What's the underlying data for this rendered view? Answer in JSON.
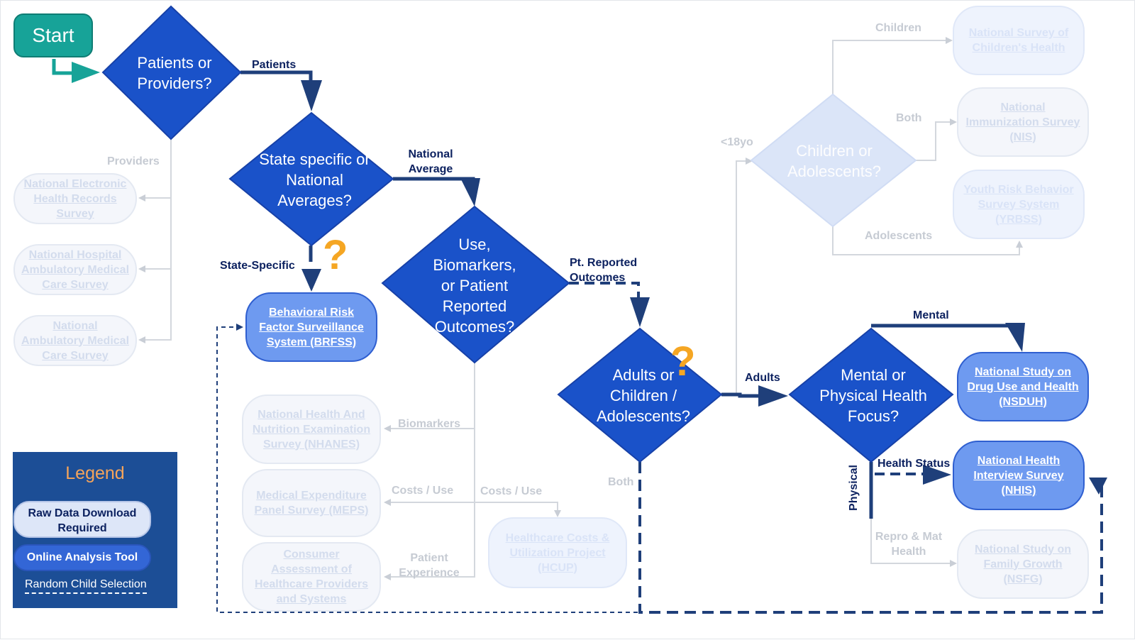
{
  "start": {
    "label": "Start"
  },
  "decisions": {
    "patients_or_providers": "Patients or Providers?",
    "state_or_national": "State specific or National Averages?",
    "use_biomarkers": "Use, Biomarkers, or Patient Reported Outcomes?",
    "adults_or_children": "Adults or Children / Adolescents?",
    "children_or_adolescents": "Children or Adolescents?",
    "mental_or_physical": "Mental or Physical Health Focus?"
  },
  "surveys": {
    "nehrs": "National Electronic Health Records Survey",
    "nhamcs": "National Hospital Ambulatory Medical Care Survey",
    "namcs": "National Ambulatory Medical Care Survey",
    "brfss": "Behavioral Risk Factor Surveillance System (BRFSS)",
    "nhanes": "National Health And Nutrition Examination Survey (NHANES)",
    "meps": "Medical Expenditure Panel Survey (MEPS)",
    "cahps": "Consumer Assessment of Healthcare Providers and Systems",
    "hcup": "Healthcare Costs & Utilization Project (HCUP)",
    "nsch": "National Survey of Children's Health",
    "nis": "National Immunization Survey (NIS)",
    "yrbss": "Youth Risk Behavior Survey System (YRBSS)",
    "nsduh": "National Study on Drug Use and Health (NSDUH)",
    "nhis": "National Health Interview Survey (NHIS)",
    "nsfg": "National Study on Family Growth (NSFG)"
  },
  "edges": {
    "patients": "Patients",
    "providers": "Providers",
    "national_average": "National Average",
    "state_specific": "State-Specific",
    "pt_reported_outcomes": "Pt. Reported Outcomes",
    "biomarkers": "Biomarkers",
    "costs_use_left": "Costs / Use",
    "costs_use_right": "Costs / Use",
    "patient_experience": "Patient Experience",
    "both_lower": "Both",
    "adults": "Adults",
    "under18": "<18yo",
    "children": "Children",
    "both_upper": "Both",
    "adolescents": "Adolescents",
    "mental": "Mental",
    "physical": "Physical",
    "health_status": "Health Status",
    "repro_mat_health": "Repro & Mat Health"
  },
  "question_marks": [
    "?",
    "?"
  ],
  "legend": {
    "title": "Legend",
    "raw_download": "Raw Data Download Required",
    "online_tool": "Online Analysis Tool",
    "random_child": "Random Child Selection"
  },
  "colors": {
    "diamond_active": "#1a52c9",
    "diamond_faded": "#dbe5f8",
    "start_teal": "#17a398",
    "pill_active": "#6e9af0",
    "legend_bg": "#1c4e96",
    "legend_title": "#f5a45a",
    "question_mark": "#f5a623",
    "arrow_dark": "#1f3f7a"
  }
}
